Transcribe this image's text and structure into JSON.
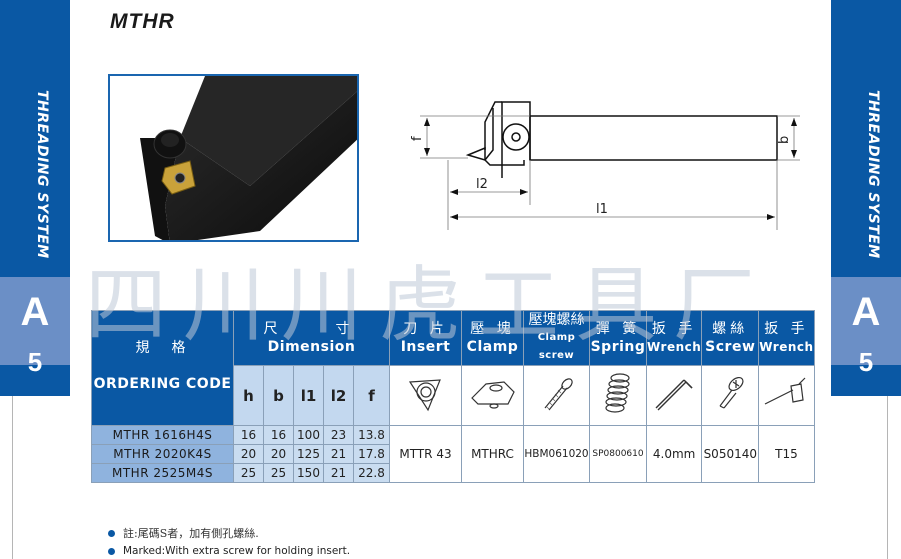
{
  "side_tab": {
    "label": "THREADING SYSTEM",
    "section_letter": "A",
    "section_number": "5",
    "colors": {
      "dark": "#0a58a4",
      "light": "#6b8fc6"
    }
  },
  "title": "MTHR",
  "watermark": "四川川虎工具厂",
  "drawing": {
    "labels": {
      "f": "f",
      "b": "b",
      "l1": "l1",
      "l2": "l2"
    }
  },
  "table": {
    "header": {
      "ordering_code_zh": "規　格",
      "ordering_code_en": "ORDERING CODE",
      "dimension_zh": "尺　　寸",
      "dimension_en": "Dimension",
      "dim_columns": [
        "h",
        "b",
        "l1",
        "l2",
        "f"
      ],
      "parts": [
        {
          "zh": "刀 片",
          "en": "Insert",
          "icon": "insert-icon"
        },
        {
          "zh": "壓 塊",
          "en": "Clamp",
          "icon": "clamp-icon"
        },
        {
          "zh": "壓塊螺絲",
          "en": "Clamp screw",
          "icon": "clamp-screw-icon"
        },
        {
          "zh": "彈 簧",
          "en": "Spring",
          "icon": "spring-icon"
        },
        {
          "zh": "扳 手",
          "en": "Wrench",
          "icon": "hex-wrench-icon"
        },
        {
          "zh": "螺絲",
          "en": "Screw",
          "icon": "screw-icon"
        },
        {
          "zh": "扳 手",
          "en": "Wrench",
          "icon": "torx-wrench-icon"
        }
      ]
    },
    "rows": [
      {
        "code": "MTHR 1616H4S",
        "h": "16",
        "b": "16",
        "l1": "100",
        "l2": "23",
        "f": "13.8"
      },
      {
        "code": "MTHR 2020K4S",
        "h": "20",
        "b": "20",
        "l1": "125",
        "l2": "21",
        "f": "17.8"
      },
      {
        "code": "MTHR 2525M4S",
        "h": "25",
        "b": "25",
        "l1": "150",
        "l2": "21",
        "f": "22.8"
      }
    ],
    "parts_values": [
      "MTTR 43",
      "MTHRC",
      "HBM061020",
      "SP0800610",
      "4.0mm",
      "S050140",
      "T15"
    ]
  },
  "notes": [
    "註:尾碼S者，加有側孔螺絲.",
    "Marked:With extra screw for holding insert."
  ]
}
